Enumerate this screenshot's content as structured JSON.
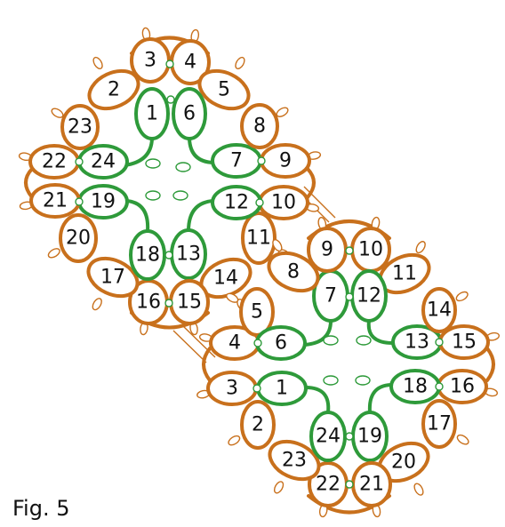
{
  "figure": {
    "caption": "Fig. 5",
    "colors": {
      "orange": "#c8701c",
      "green": "#2e9a3a"
    },
    "motifs": [
      {
        "name": "upper-left-motif",
        "rings": [
          {
            "label": "1",
            "color": "green"
          },
          {
            "label": "2",
            "color": "orange"
          },
          {
            "label": "3",
            "color": "orange"
          },
          {
            "label": "4",
            "color": "orange"
          },
          {
            "label": "5",
            "color": "orange"
          },
          {
            "label": "6",
            "color": "green"
          },
          {
            "label": "7",
            "color": "green"
          },
          {
            "label": "8",
            "color": "orange"
          },
          {
            "label": "9",
            "color": "orange"
          },
          {
            "label": "10",
            "color": "orange"
          },
          {
            "label": "11",
            "color": "orange"
          },
          {
            "label": "12",
            "color": "green"
          },
          {
            "label": "13",
            "color": "green"
          },
          {
            "label": "14",
            "color": "orange"
          },
          {
            "label": "15",
            "color": "orange"
          },
          {
            "label": "16",
            "color": "orange"
          },
          {
            "label": "17",
            "color": "orange"
          },
          {
            "label": "18",
            "color": "green"
          },
          {
            "label": "19",
            "color": "green"
          },
          {
            "label": "20",
            "color": "orange"
          },
          {
            "label": "21",
            "color": "orange"
          },
          {
            "label": "22",
            "color": "orange"
          },
          {
            "label": "23",
            "color": "orange"
          },
          {
            "label": "24",
            "color": "green"
          }
        ]
      },
      {
        "name": "lower-right-motif",
        "rings": [
          {
            "label": "1",
            "color": "green"
          },
          {
            "label": "2",
            "color": "orange"
          },
          {
            "label": "3",
            "color": "orange"
          },
          {
            "label": "4",
            "color": "orange"
          },
          {
            "label": "5",
            "color": "orange"
          },
          {
            "label": "6",
            "color": "green"
          },
          {
            "label": "7",
            "color": "green"
          },
          {
            "label": "8",
            "color": "orange"
          },
          {
            "label": "9",
            "color": "orange"
          },
          {
            "label": "10",
            "color": "orange"
          },
          {
            "label": "11",
            "color": "orange"
          },
          {
            "label": "12",
            "color": "green"
          },
          {
            "label": "13",
            "color": "green"
          },
          {
            "label": "14",
            "color": "orange"
          },
          {
            "label": "15",
            "color": "orange"
          },
          {
            "label": "16",
            "color": "orange"
          },
          {
            "label": "17",
            "color": "orange"
          },
          {
            "label": "18",
            "color": "green"
          },
          {
            "label": "19",
            "color": "green"
          },
          {
            "label": "20",
            "color": "orange"
          },
          {
            "label": "21",
            "color": "orange"
          },
          {
            "label": "22",
            "color": "orange"
          },
          {
            "label": "23",
            "color": "orange"
          },
          {
            "label": "24",
            "color": "green"
          }
        ]
      }
    ]
  }
}
